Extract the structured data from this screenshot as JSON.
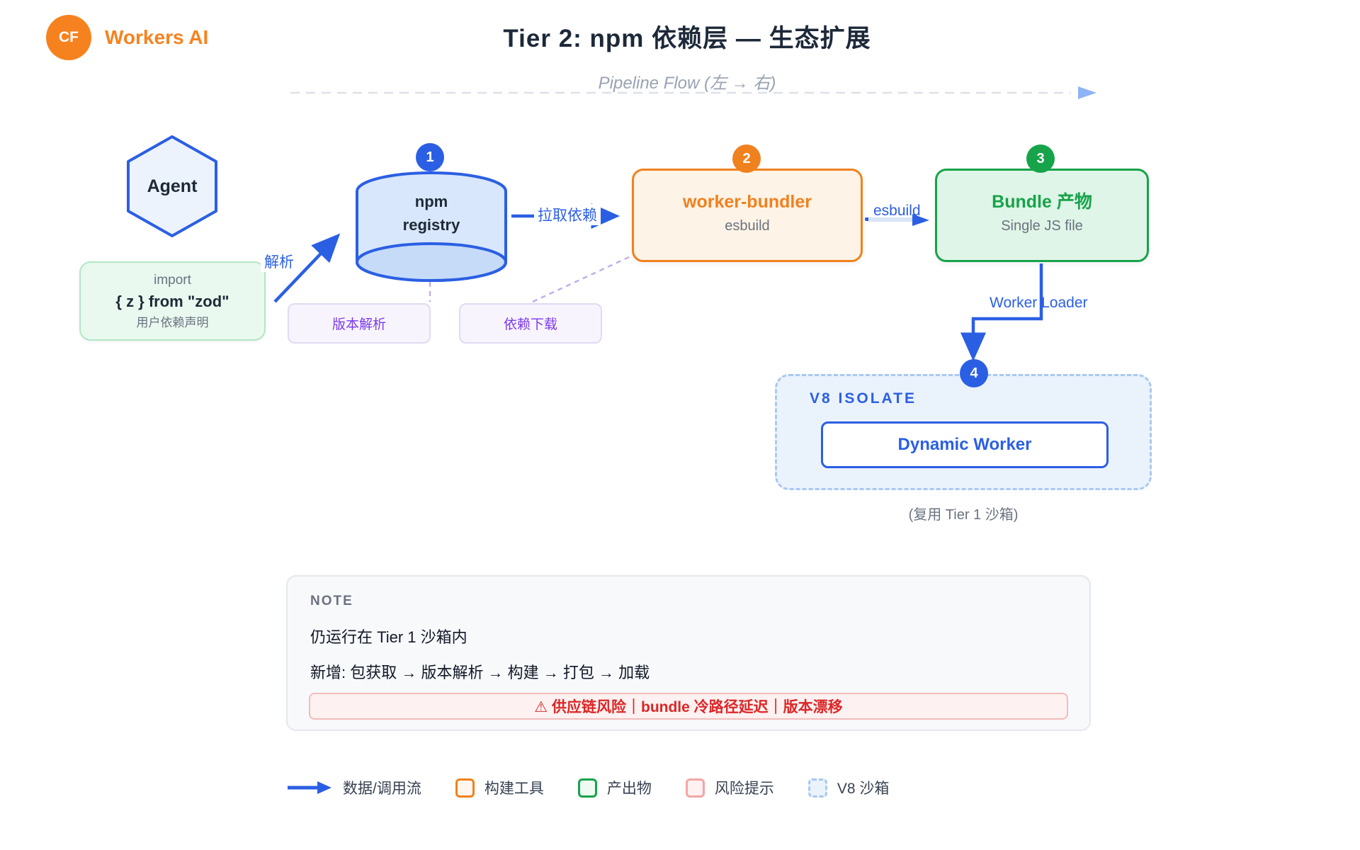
{
  "header": {
    "logo": "CF",
    "brand": "Workers AI",
    "title": "Tier 2: npm 依赖层 — 生态扩展",
    "subtitle": "Pipeline Flow (左 → 右)"
  },
  "nodes": {
    "agent": {
      "label": "Agent"
    },
    "user_import": {
      "line1": "import",
      "line2": "{ z } from \"zod\"",
      "line3": "用户依赖声明"
    },
    "npm_registry": {
      "badge": "1",
      "line1": "npm",
      "line2": "registry"
    },
    "worker_bundler": {
      "badge": "2",
      "title": "worker-bundler",
      "subtitle": "esbuild"
    },
    "bundle_output": {
      "badge": "3",
      "title": "Bundle 产物",
      "subtitle": "Single JS file"
    },
    "v8_isolate": {
      "badge": "4",
      "title": "V8 ISOLATE",
      "worker": "Dynamic Worker",
      "caption": "(复用 Tier 1 沙箱)"
    },
    "version_resolve": {
      "label": "版本解析"
    },
    "dependency_download": {
      "label": "依赖下载"
    }
  },
  "edges": {
    "parse": "解析",
    "pull": "拉取依赖",
    "esbuild": "esbuild",
    "worker_loader": "Worker Loader"
  },
  "note": {
    "label": "NOTE",
    "line1": "仍运行在 Tier 1 沙箱内",
    "line2": "新增: 包获取 → 版本解析 → 构建 → 打包 → 加载",
    "warning": "⚠ 供应链风险｜bundle 冷路径延迟｜版本漂移"
  },
  "legend": {
    "flow": "数据/调用流",
    "build_tool": "构建工具",
    "artifact": "产出物",
    "risk": "风险提示",
    "sandbox": "V8 沙箱"
  },
  "colors": {
    "brand_orange": "#F6821F",
    "blue": "#2B5FE3",
    "orange": "#F0811F",
    "green": "#17A34A",
    "purple": "#7C3AED",
    "red": "#DC2626"
  }
}
